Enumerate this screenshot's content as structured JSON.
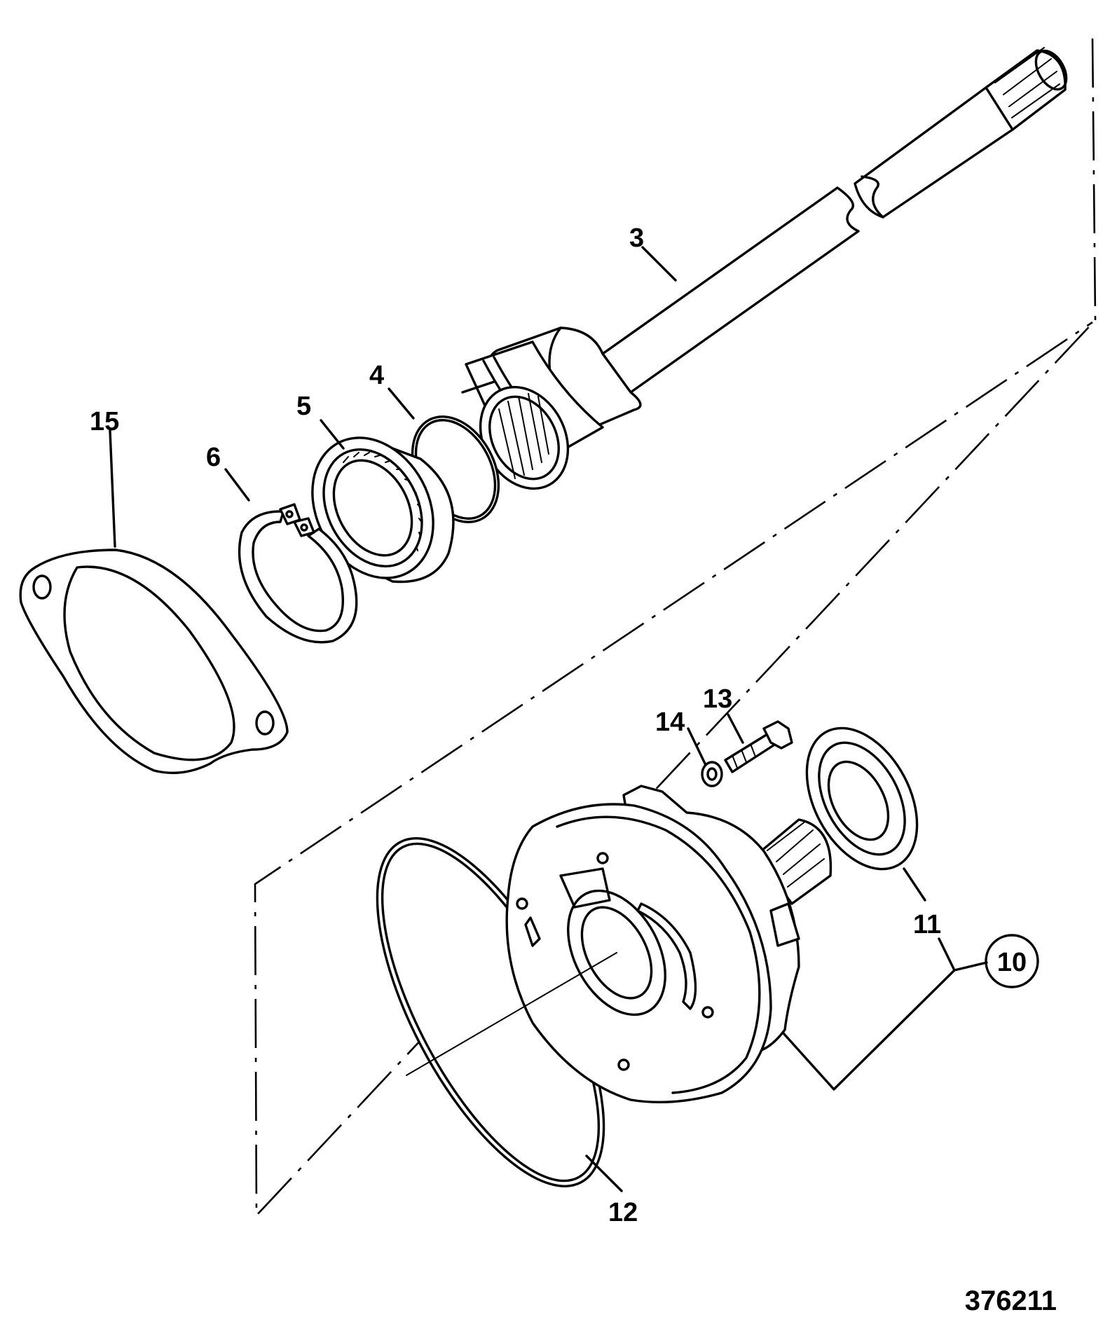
{
  "figure_number": "376211",
  "labels": {
    "l3": "3",
    "l4": "4",
    "l5": "5",
    "l6": "6",
    "l10": "10",
    "l11": "11",
    "l12": "12",
    "l13": "13",
    "l14": "14",
    "l15": "15"
  },
  "colors": {
    "ink": "#000000",
    "paper": "#ffffff"
  }
}
